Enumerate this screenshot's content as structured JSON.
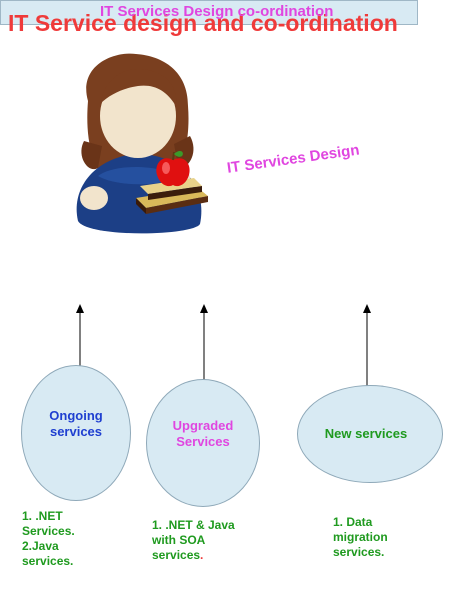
{
  "title": "IT Service design and co-ordination",
  "design_label": "IT Services Design",
  "coordination_label": "IT Services Design co-ordination",
  "services": [
    {
      "label_lines": [
        "Ongoing",
        "services"
      ],
      "color": "#1f3fd0",
      "items": [
        "1. .NET",
        "Services.",
        "2.Java",
        "services."
      ]
    },
    {
      "label_lines": [
        "Upgraded",
        "Services"
      ],
      "color": "#e046e0",
      "items": [
        "1. .NET & Java",
        "with SOA",
        "services"
      ],
      "trailing_mark": "."
    },
    {
      "label_lines": [
        "New services"
      ],
      "color": "#1f9a1f",
      "items": [
        "1. Data",
        "migration",
        "services."
      ]
    }
  ],
  "colors": {
    "title": "#ef3a3a",
    "magenta": "#e046e0",
    "green": "#1f9a1f",
    "blue": "#1f3fd0",
    "shape_fill": "#d8eaf3"
  },
  "icons": [
    "teacher-figure-icon",
    "apple-icon",
    "books-icon"
  ]
}
